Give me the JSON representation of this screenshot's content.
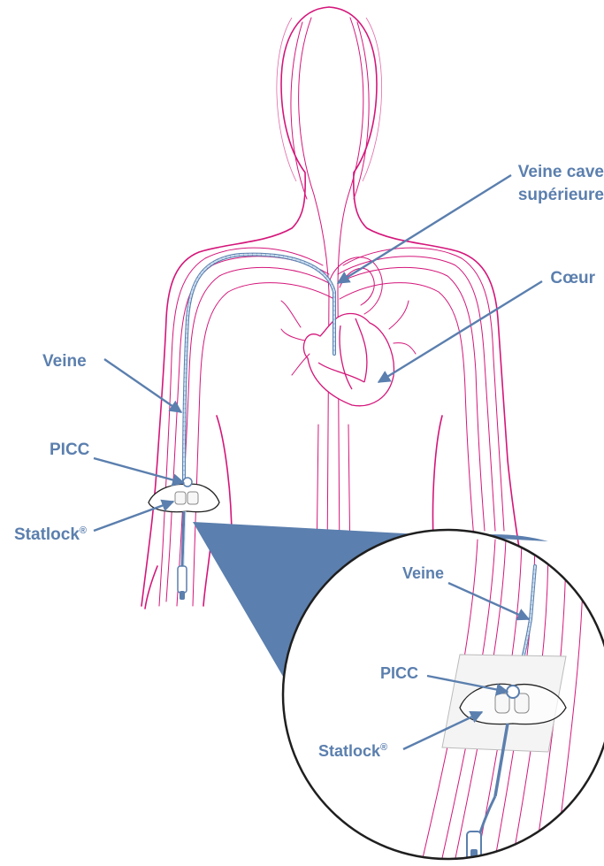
{
  "labels": {
    "vena_cava_line1": "Veine cave",
    "vena_cava_line2": "supérieure",
    "heart": "Cœur",
    "vein": "Veine",
    "picc": "PICC",
    "statlock": "Statlock",
    "registered_mark": "®",
    "zoom_vein": "Veine",
    "zoom_picc": "PICC",
    "zoom_statlock": "Statlock",
    "zoom_registered_mark": "®"
  },
  "colors": {
    "label_blue": "#5b7fae",
    "anatomy_magenta": "#d4167a",
    "catheter_light_blue": "#cde0f0",
    "zoom_wedge": "#5b7fae"
  }
}
